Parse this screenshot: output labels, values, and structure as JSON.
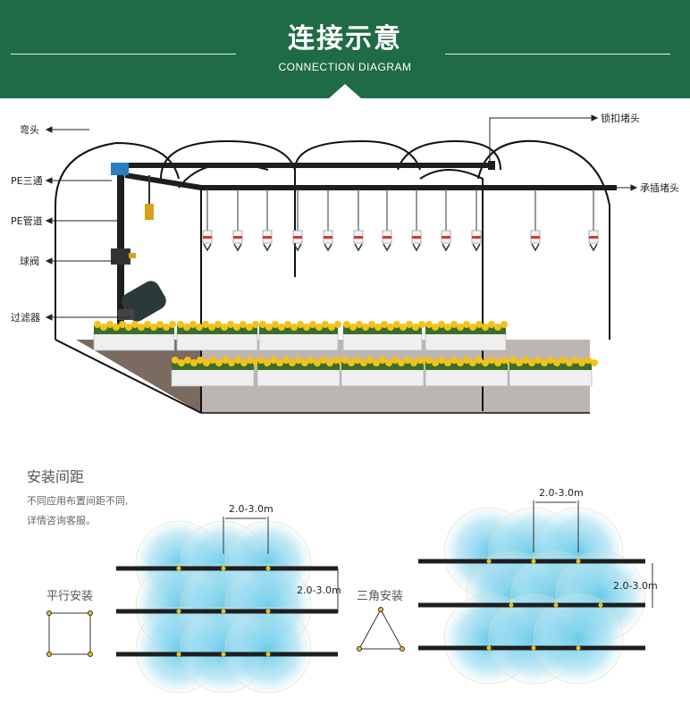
{
  "header": {
    "title": "连接示意",
    "subtitle": "CONNECTION DIAGRAM"
  },
  "diagram_labels": {
    "elbow": "弯头",
    "pe_tee": "PE三通",
    "pe_pipe": "PE管道",
    "ball_valve": "球阀",
    "filter": "过滤器",
    "lock_cap": "锁扣堵头",
    "socket_cap": "承插堵头"
  },
  "install": {
    "title": "安装间距",
    "note_line1": "不同应用布置间距不同,",
    "note_line2": "详情咨询客服。",
    "parallel_label": "平行安装",
    "triangle_label": "三角安装",
    "spacing_h": "2.0-3.0m",
    "spacing_v": "2.0-3.0m",
    "spacing_h2": "2.0-3.0m",
    "spacing_v2": "2.0-3.0m"
  },
  "colors": {
    "banner": "#1f6b46",
    "water": "#8fd8ee",
    "flower": "#f2c21a",
    "pipe": "#1e1e1e",
    "node": "#e8c020"
  }
}
